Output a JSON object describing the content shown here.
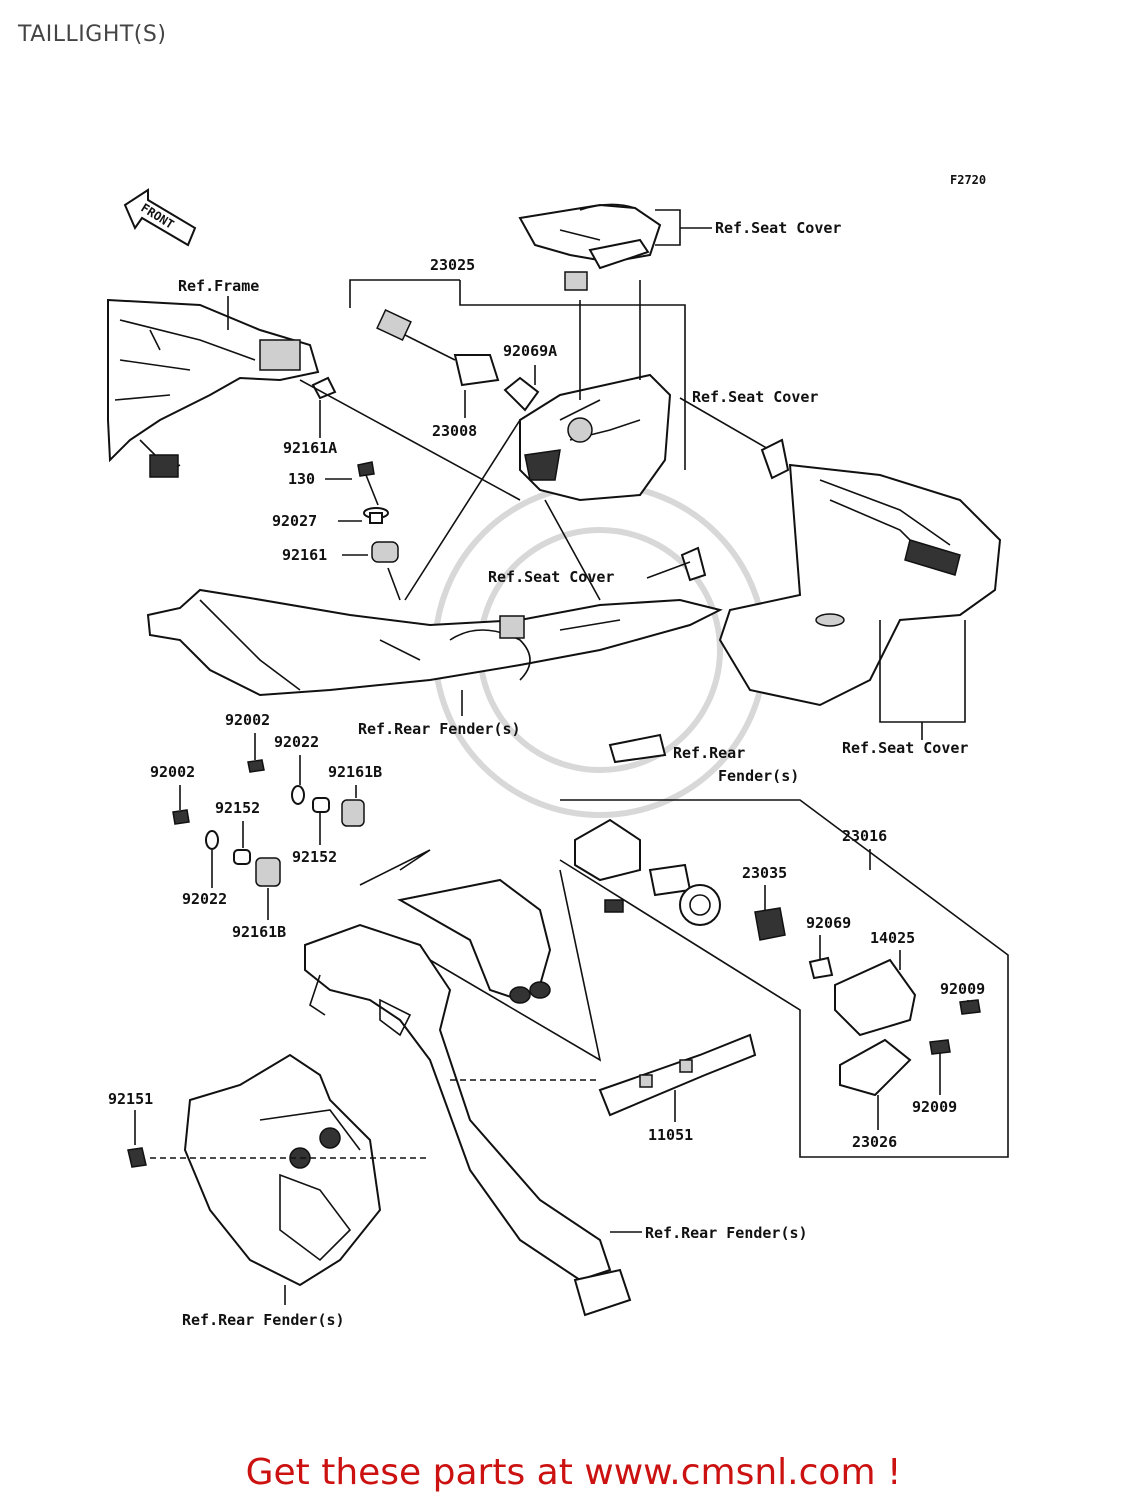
{
  "title": "TAILLIGHT(S)",
  "diagram_code": "F2720",
  "front_marker": "FRONT",
  "refs": {
    "seat_cover_top": "Ref.Seat Cover",
    "seat_cover_mid": "Ref.Seat Cover",
    "seat_cover_center": "Ref.Seat Cover",
    "seat_cover_right": "Ref.Seat Cover",
    "frame": "Ref.Frame",
    "rear_fender_1": "Ref.Rear Fender(s)",
    "rear_fender_2_line1": "Ref.Rear",
    "rear_fender_2_line2": "Fender(s)",
    "rear_fender_3": "Ref.Rear Fender(s)",
    "rear_fender_4": "Ref.Rear Fender(s)"
  },
  "parts": {
    "p23025": "23025",
    "p92069A": "92069A",
    "p23008": "23008",
    "p92161A": "92161A",
    "p130": "130",
    "p92027": "92027",
    "p92161": "92161",
    "p92002a": "92002",
    "p92022a": "92022",
    "p92161Ba": "92161B",
    "p92002b": "92002",
    "p92152a": "92152",
    "p92152b": "92152",
    "p92022b": "92022",
    "p92161Bb": "92161B",
    "p23016": "23016",
    "p23035": "23035",
    "p92069": "92069",
    "p14025": "14025",
    "p92009a": "92009",
    "p92009b": "92009",
    "p23026": "23026",
    "p11051": "11051",
    "p92151": "92151"
  },
  "footer": "Get these parts at www.cmsnl.com !"
}
